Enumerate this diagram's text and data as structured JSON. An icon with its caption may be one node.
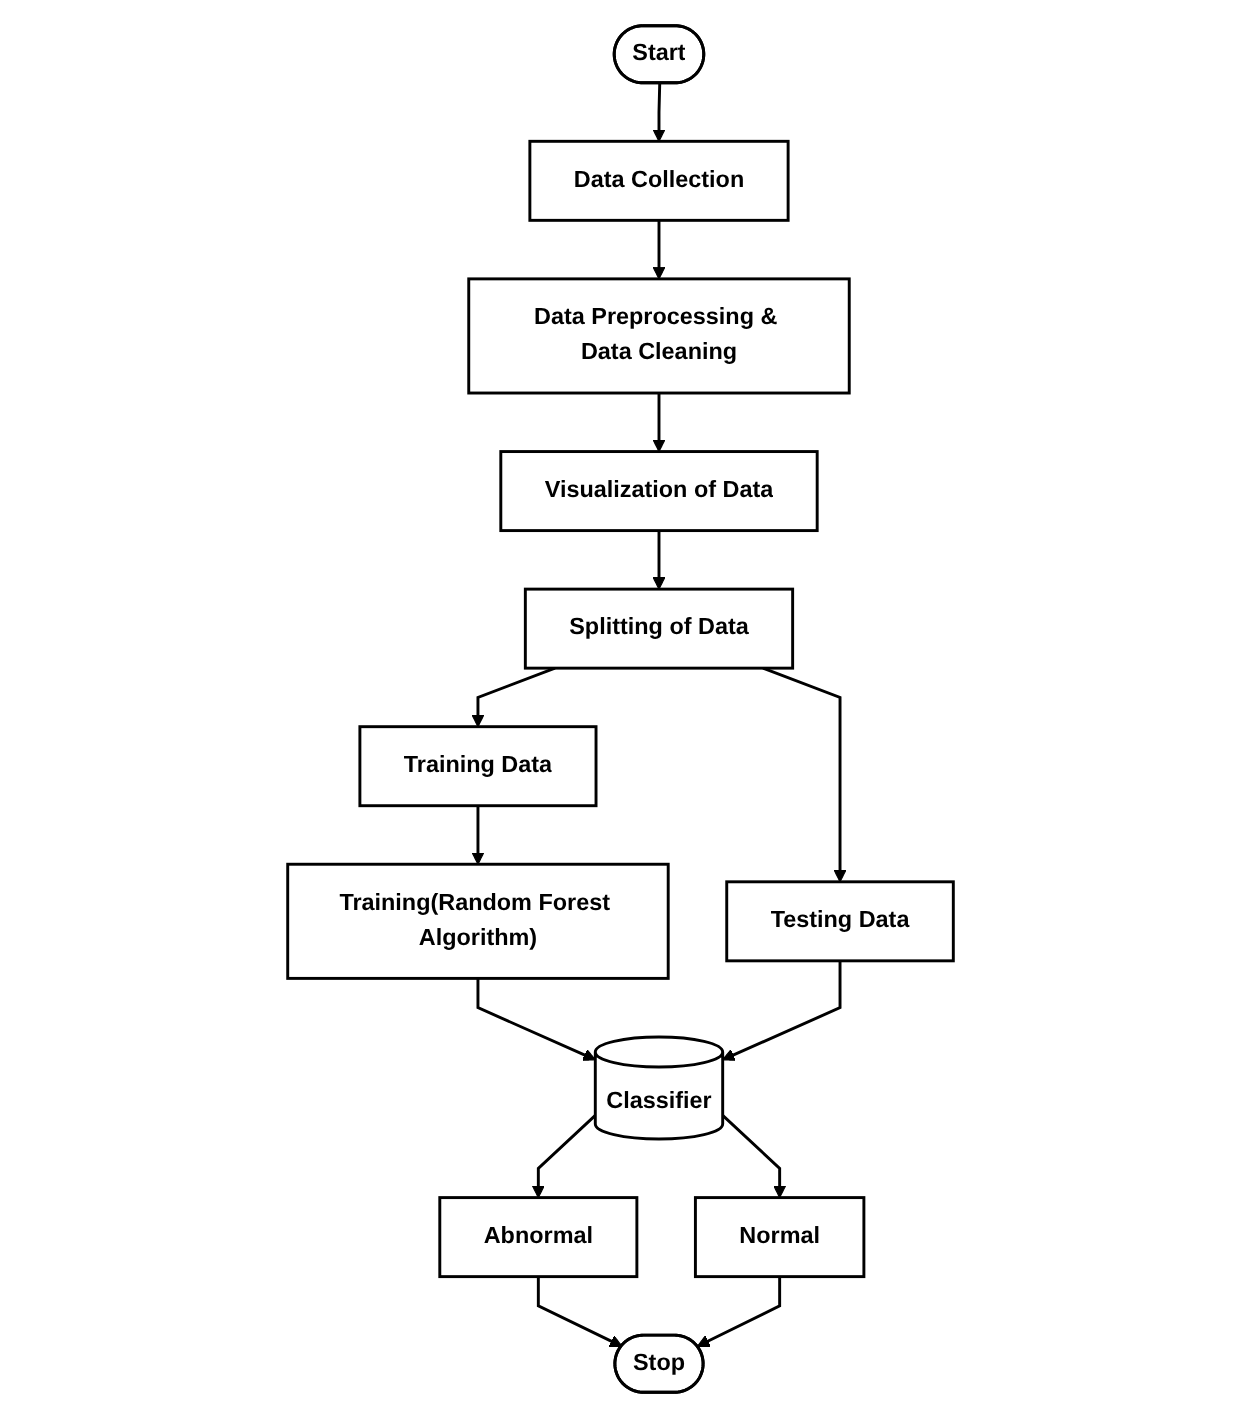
{
  "diagram": {
    "nodes": [
      {
        "text": [
          "Start"
        ]
      },
      {
        "text": [
          "Data Collection"
        ]
      },
      {
        "text": [
          "Data Preprocessing & Data Cleaning"
        ]
      },
      {
        "text": [
          "Visualization of Data"
        ]
      },
      {
        "text": [
          "Splitting of Data"
        ]
      },
      {
        "text": [
          "Training Data"
        ]
      },
      {
        "text": [
          "Testing Data"
        ]
      },
      {
        "text": [
          "Training(Random Forest Algorithm)"
        ]
      },
      {
        "text": [
          "Classifier"
        ]
      },
      {
        "text": [
          "Abnormal"
        ]
      },
      {
        "text": [
          "Normal"
        ]
      },
      {
        "text": [
          "Stop"
        ]
      }
    ],
    "edges": [
      {
        "from": 0,
        "to": 1,
        "arrow": "to"
      },
      {
        "from": 1,
        "to": 2,
        "arrow": "to"
      },
      {
        "from": 2,
        "to": 3,
        "arrow": "to"
      },
      {
        "from": 3,
        "to": 4,
        "arrow": "to"
      },
      {
        "from": 4,
        "to": 5,
        "arrow": "to"
      },
      {
        "from": 4,
        "to": 6,
        "arrow": "to"
      },
      {
        "from": 5,
        "to": 7,
        "arrow": "to"
      },
      {
        "from": 7,
        "to": 8,
        "arrow": "to"
      },
      {
        "from": 6,
        "to": 8,
        "arrow": "to"
      },
      {
        "from": 8,
        "to": 9,
        "arrow": "to"
      },
      {
        "from": 8,
        "to": 10,
        "arrow": "to"
      },
      {
        "from": 9,
        "to": 11,
        "arrow": "to"
      },
      {
        "from": 10,
        "to": 11,
        "arrow": "to"
      }
    ]
  }
}
